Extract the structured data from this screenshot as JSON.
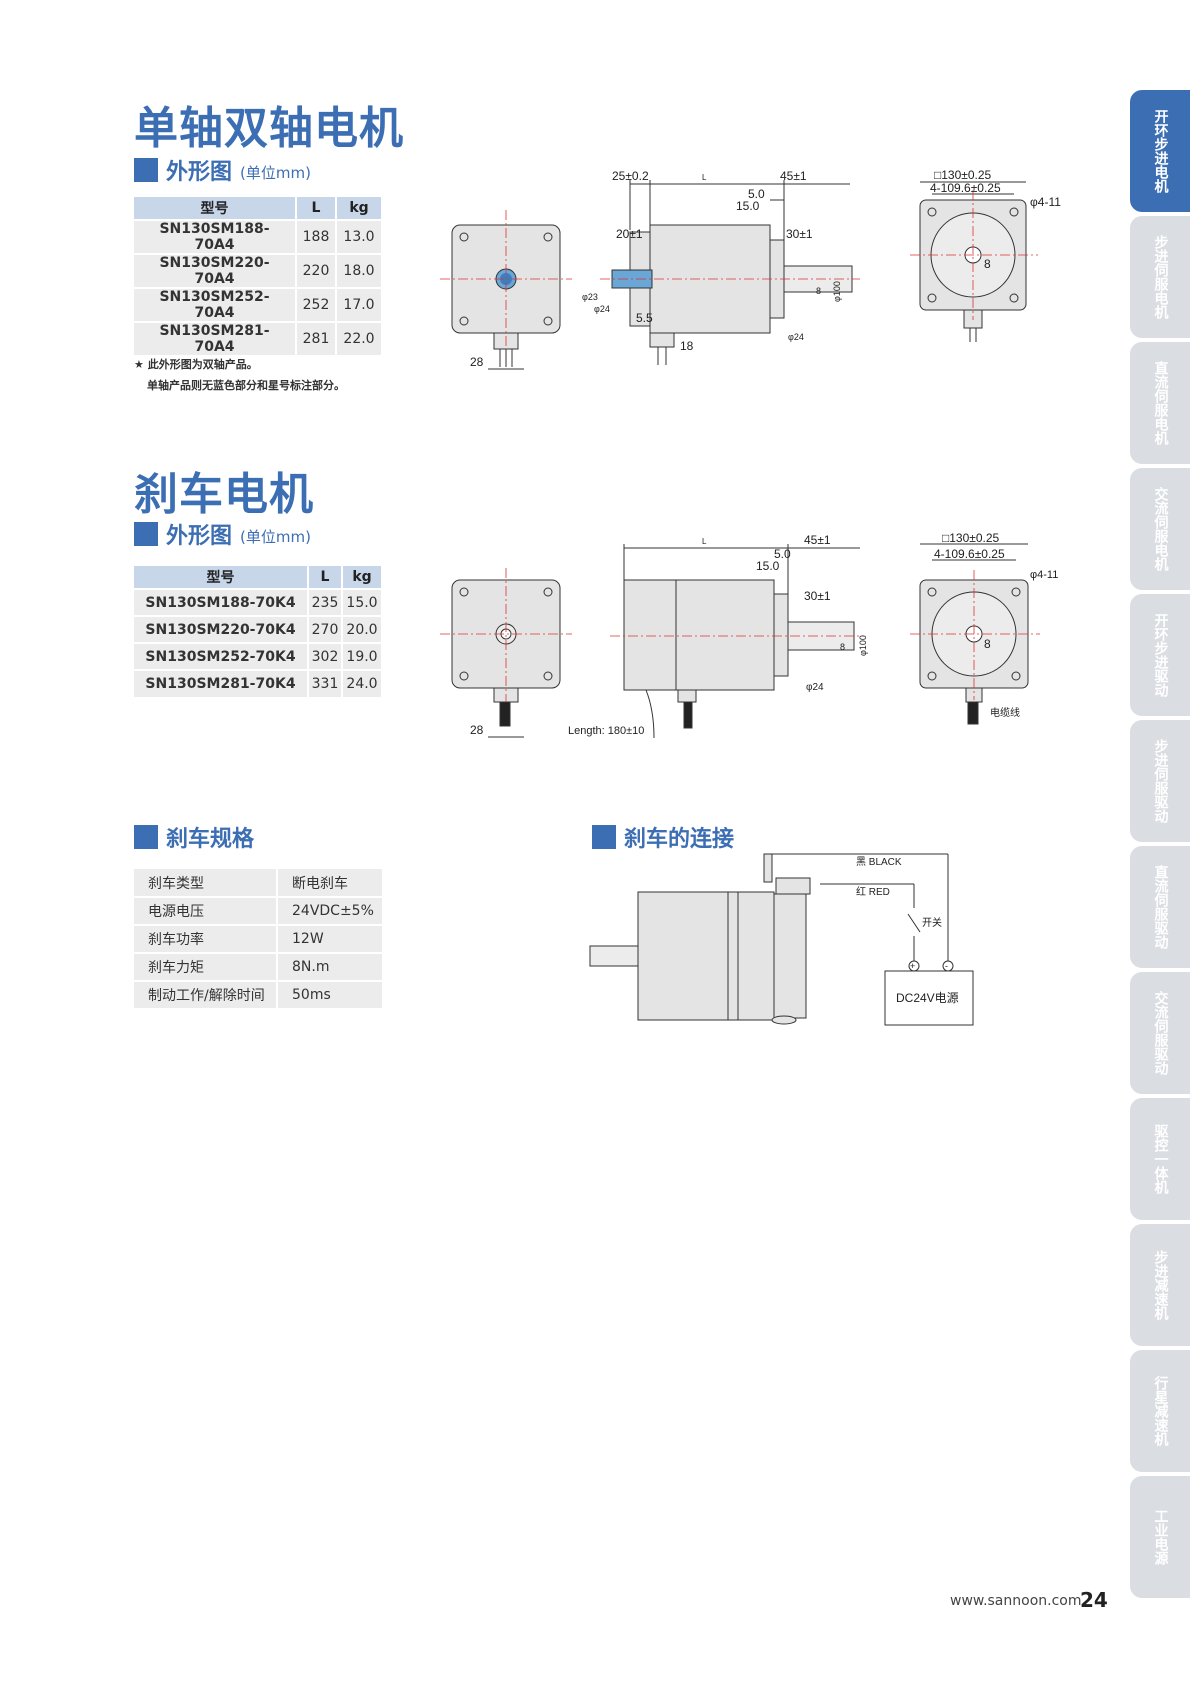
{
  "section1": {
    "title": "单轴双轴电机",
    "subtitle": "外形图",
    "unit": "(单位mm)",
    "table": {
      "headers": [
        "型号",
        "L",
        "kg"
      ],
      "rows": [
        [
          "SN130SM188-70A4",
          "188",
          "13.0"
        ],
        [
          "SN130SM220-70A4",
          "220",
          "18.0"
        ],
        [
          "SN130SM252-70A4",
          "252",
          "17.0"
        ],
        [
          "SN130SM281-70A4",
          "281",
          "22.0"
        ]
      ]
    },
    "note_line1": "★ 此外形图为双轴产品。",
    "note_line2": "单轴产品则无蓝色部分和星号标注部分。"
  },
  "section2": {
    "title": "刹车电机",
    "subtitle": "外形图",
    "unit": "(单位mm)",
    "table": {
      "headers": [
        "型号",
        "L",
        "kg"
      ],
      "rows": [
        [
          "SN130SM188-70K4",
          "235",
          "15.0"
        ],
        [
          "SN130SM220-70K4",
          "270",
          "20.0"
        ],
        [
          "SN130SM252-70K4",
          "302",
          "19.0"
        ],
        [
          "SN130SM281-70K4",
          "331",
          "24.0"
        ]
      ]
    }
  },
  "brake_spec": {
    "title": "刹车规格",
    "rows": [
      [
        "刹车类型",
        "断电刹车"
      ],
      [
        "电源电压",
        "24VDC±5%"
      ],
      [
        "刹车功率",
        "12W"
      ],
      [
        "刹车力矩",
        "8N.m"
      ],
      [
        "制动工作/解除时间",
        "50ms"
      ]
    ]
  },
  "brake_connection": {
    "title": "刹车的连接",
    "black": "黑 BLACK",
    "red": "红 RED",
    "switch": "开关",
    "power": "DC24V电源",
    "plus": "+",
    "minus": "-"
  },
  "drawing1": {
    "d28": "28",
    "d25": "25±0.2",
    "dL": "L",
    "d45": "45±1",
    "d50": "5.0",
    "d150": "15.0",
    "d20": "20±1",
    "d30": "30±1",
    "d23": "φ23",
    "d24a": "φ24",
    "d55": "5.5",
    "d18": "18",
    "d24b": "φ24",
    "d100": "φ100",
    "d8": "8",
    "sq130": "□130±0.25",
    "pcd": "4-109.6±0.25",
    "holes": "φ4-11",
    "d8b": "8"
  },
  "drawing2": {
    "d28": "28",
    "length": "Length: 180±10",
    "dL": "L",
    "d45": "45±1",
    "d50": "5.0",
    "d150": "15.0",
    "d30": "30±1",
    "d24": "φ24",
    "d100": "φ100",
    "d8": "8",
    "sq130": "□130±0.25",
    "pcd": "4-109.6±0.25",
    "holes": "φ4-11",
    "cable": "电缆线",
    "d8b": "8"
  },
  "tabs": [
    {
      "label": "开环步进电机",
      "active": true
    },
    {
      "label": "步进伺服电机",
      "active": false
    },
    {
      "label": "直流伺服电机",
      "active": false
    },
    {
      "label": "交流伺服电机",
      "active": false
    },
    {
      "label": "开环步进驱动",
      "active": false
    },
    {
      "label": "步进伺服驱动",
      "active": false
    },
    {
      "label": "直流伺服驱动",
      "active": false
    },
    {
      "label": "交流伺服驱动",
      "active": false
    },
    {
      "label": "驱控一体机",
      "active": false
    },
    {
      "label": "步进减速机",
      "active": false
    },
    {
      "label": "行星减速机",
      "active": false
    },
    {
      "label": "工业电源",
      "active": false
    }
  ],
  "footer": {
    "url": "www.sannoon.com",
    "page": "24"
  }
}
